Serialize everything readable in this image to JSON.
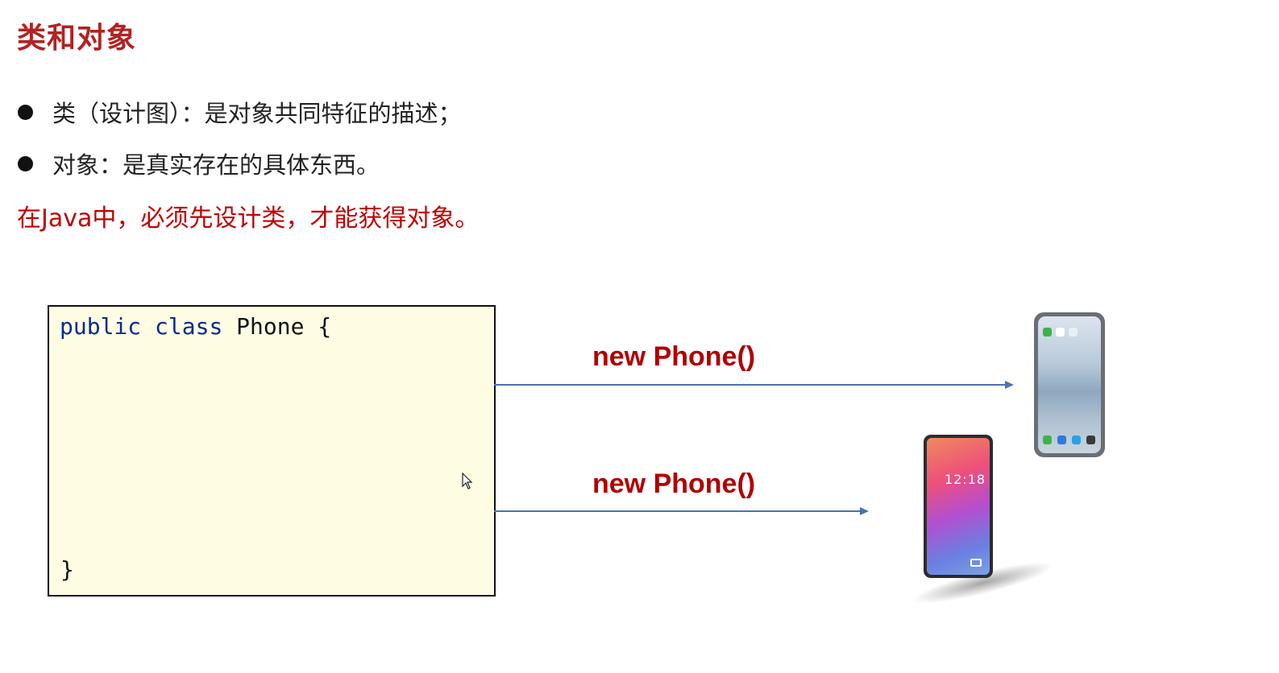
{
  "slide": {
    "title": "类和对象",
    "bullets": [
      "类（设计图）：是对象共同特征的描述；",
      "对象：是真实存在的具体东西。"
    ],
    "note": "在Java中，必须先设计类，才能获得对象。"
  },
  "code": {
    "kw_public": "public",
    "kw_class": "class",
    "class_name": "Phone",
    "open_brace": "{",
    "close_brace": "}"
  },
  "labels": {
    "new1": "new Phone()",
    "new2": "new Phone()"
  },
  "phone2_time": "12:18",
  "colors": {
    "title": "#b22222",
    "note": "#c00000",
    "keyword": "#0b2c8c",
    "arrow": "#4a72b0",
    "code_bg": "#fefde4"
  }
}
